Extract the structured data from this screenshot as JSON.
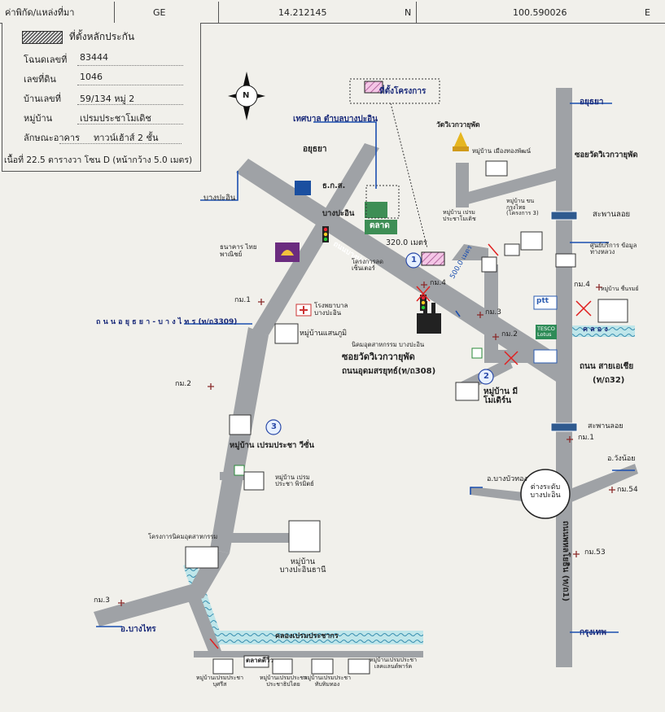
{
  "header": {
    "location_label": "ค่าพิกัด/แหล่งที่มา",
    "source": "GE",
    "lat": "14.212145",
    "lat_dir": "N",
    "lon": "100.590026",
    "lon_dir": "E"
  },
  "legend": {
    "collateral_location": "ที่ตั้งหลักประกัน",
    "rows": [
      {
        "key": "โฉนดเลขที่",
        "value": "83444"
      },
      {
        "key": "เลขที่ดิน",
        "value": "1046"
      },
      {
        "key": "บ้านเลขที่",
        "value": "59/134 หมู่ 2"
      },
      {
        "key": "หมู่บ้าน",
        "value": "เปรมประชาโมเดิช"
      },
      {
        "key": "ลักษณะอาคาร",
        "value": "ทาวน์เฮ้าส์ 2 ชั้น"
      }
    ],
    "area_note": "เนื้อที่ 22.5 ตารางวา โซน D (หน้ากว้าง 5.0 เมตร)"
  },
  "map": {
    "project_box": "ที่ตั้งโครงการ",
    "municipality": "เทศบาล ตำบลบางปะอิน",
    "ayutthaya_left": "อยุธยา",
    "ayutthaya_right": "อยุธยา",
    "bangpain_left": "บางปะอิน",
    "bangpain_mid": "บางปะอิน",
    "baac": "ธ.ก.ส.",
    "market": "ตลาด",
    "market_road": "ถนนบางปะอิน",
    "scb_bank": "ธนาคาร ไทยพาณิชย์",
    "lampang_project": "โครงการลดเซ็นเตอร์",
    "hospital": "โรงพยาบาล บางปะอิน",
    "village_saenphumi": "หมู่บ้านแสนภูมิ",
    "road_ayutthaya_bangsai": "ถ น น อ ยุ ธ ย า - บ า ง ไ ท ร (ท/ถ3309)",
    "km1_left": "กม.1",
    "km2_left": "กม.2",
    "km3_left": "กม.3",
    "km4": "กม.4",
    "km3_mid": "กม.3",
    "km2_mid": "กม.2",
    "km4_right": "กม.4",
    "km1_right": "กม.1",
    "km54": "กม.54",
    "km53": "กม.53",
    "dist_320": "320.0 เมตร",
    "dist_500": "500.0 เมตร",
    "marker_1": "1",
    "marker_2": "2",
    "marker_3": "3",
    "industrial_estate": "นิคมอุตสาหกรรม บางปะอิน",
    "soi_watwiwek": "ซอยวัดวิเวกวายุพัด",
    "road_udomsorayut": "ถนนอุดมสรยุทธ์(ท/ถ308)",
    "wat_watwiwek": "วัดวิเวกวายุพัด",
    "village_mueangthong": "หมู่บ้าน เมืองทองพัฒน์",
    "soi_watwiwek_right": "ซอยวัดวิเวกวายุพัด",
    "village_premprachamodern_small": "หมู่บ้าน เปรมประชาโมเดิช",
    "village_sukhothai": "หมู่บ้าน ขนกรุงไทย (โครงการ 3)",
    "service_center": "ศูนย์บริการ ข้อมูลทางหลวง",
    "bridge_top": "สะพานลอย",
    "bridge_bottom": "สะพานลอย",
    "village_ruenrom": "หมู่บ้าน ชื่นรมย์",
    "ptt": "ptt",
    "tesco": "TESCO Lotus",
    "canal_right": "ค ล อ ง",
    "road_asia": "ถนน สายเอเชีย",
    "road_asia_code": "(ท/ถ32)",
    "village_mimodern": "หมู่บ้าน มีโมเดิร์น",
    "village_premprachavip": "หมู่บ้าน เปรมประชา วีซั่น",
    "village_premprachaphirom": "หมู่บ้าน เปรมประชา พิรมิตย์",
    "juristic_project": "โครงการนิคมอุตสาหกรรม",
    "village_bangpain_thani": "หมู่บ้าน บางปะอินธานี",
    "bangbuathong": "อ.บางบัวทอง",
    "wangnoi": "อ.วังน้อย",
    "interchange": "ต่างระดับ บางปะอิน",
    "road_phahonyothin": "ถนนพหลโยธิน (ท/ถ1)",
    "bangkok": "กรุงเทพ",
    "bangsai": "อ.บางไทร",
    "canal_premprachakorn": "คลองเปรมประชากร",
    "market_bottom": "ตลาดดีวิว",
    "bottom_villages": [
      "หมู่บ้านเปรมประชา บุศรีส",
      "หมู่บ้านเปรมประชา ประชาธิปไตย",
      "หมู่บ้านเปรมประชา ทับทิมทอง",
      "หมู่บ้านเปรมประชา เลคแลนด์พาร์ค"
    ],
    "north": "N"
  }
}
